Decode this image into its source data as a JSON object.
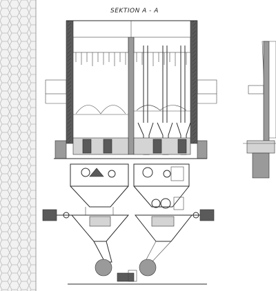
{
  "drawing": {
    "section_label": "SEKTION A - A"
  },
  "colors": {
    "paper": "#ffffff",
    "ink": "#2a2a2a",
    "wall_hatch": "#5a5a5a",
    "wallpaper_pattern": "#b8b8b8"
  },
  "icons": [
    "furnace-section",
    "hopper",
    "drive-motor",
    "gear-box"
  ]
}
